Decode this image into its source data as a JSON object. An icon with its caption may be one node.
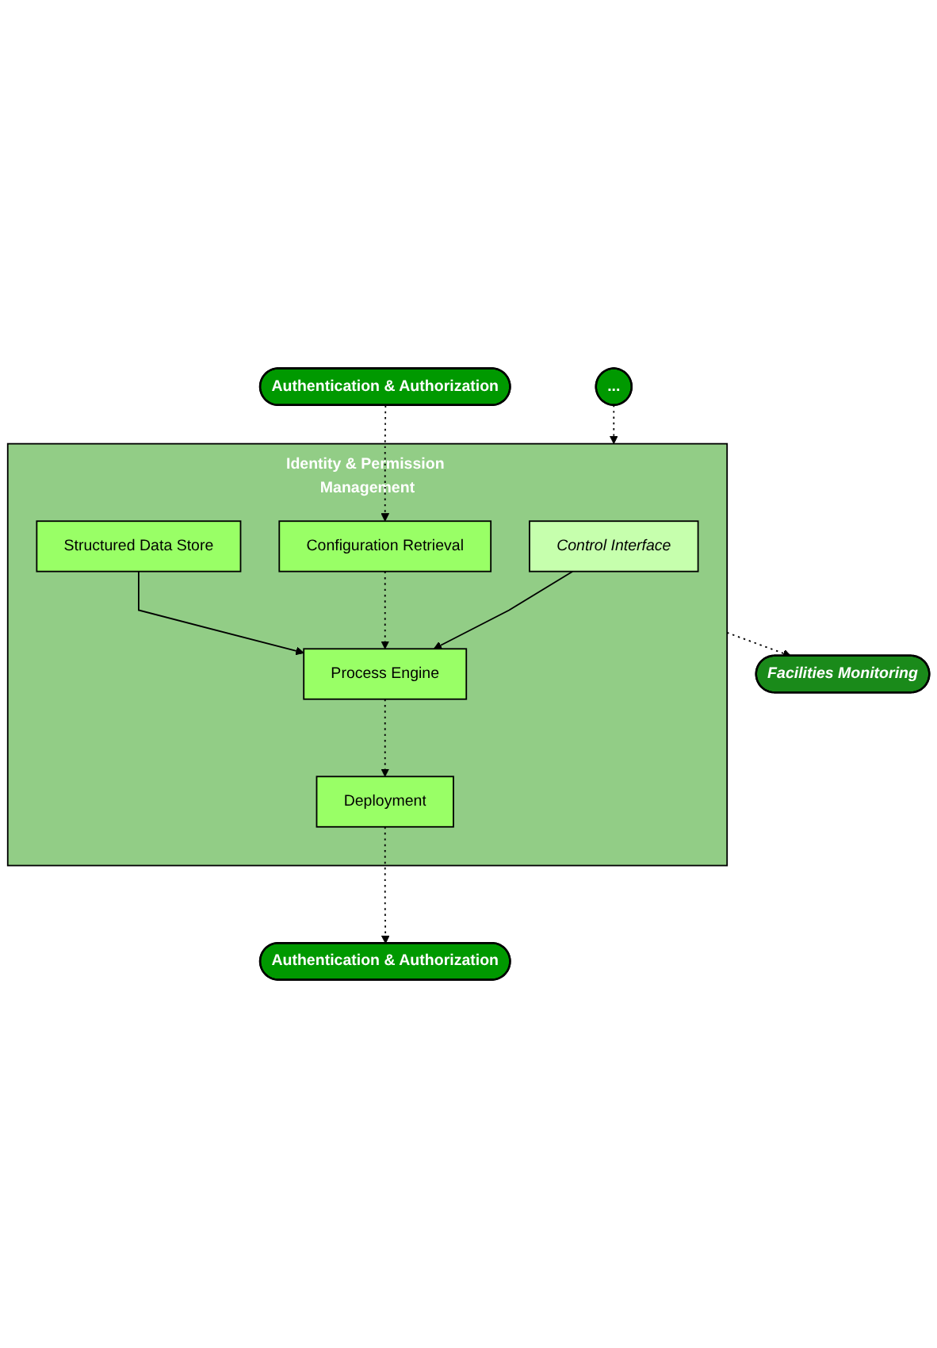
{
  "diagram": {
    "nodes": [
      {
        "text": [
          "Authentication & Authorization"
        ]
      },
      {
        "text": [
          "..."
        ]
      },
      {
        "text": [
          "Identity & Permission Management"
        ]
      },
      {
        "text": [
          "Control Interface"
        ],
        "in": 2
      },
      {
        "text": [
          "Configuration Retrieval"
        ],
        "in": 2
      },
      {
        "text": [
          "Process Engine"
        ],
        "in": 2
      },
      {
        "text": [
          "Deployment"
        ],
        "in": 2
      },
      {
        "text": [
          "Structured Data Store"
        ],
        "in": 2
      },
      {
        "text": [
          "Authentication & Authorization"
        ]
      },
      {
        "text": [
          "Facilities Monitoring"
        ]
      }
    ],
    "edges": [
      {
        "from": 0,
        "to": 4,
        "arrow": "to",
        "style": "dashed"
      },
      {
        "from": 1,
        "to": 2,
        "arrow": "to",
        "style": "dashed"
      },
      {
        "from": 3,
        "to": 5,
        "arrow": "to"
      },
      {
        "from": 4,
        "to": 5,
        "arrow": "to",
        "style": "dashed"
      },
      {
        "from": 5,
        "to": 6,
        "arrow": "to",
        "style": "dashed"
      },
      {
        "from": 7,
        "to": 5,
        "arrow": "to"
      },
      {
        "from": 6,
        "to": 8,
        "arrow": "to",
        "style": "dashed"
      },
      {
        "from": 2,
        "to": 9,
        "arrow": "to",
        "style": "dashed"
      }
    ]
  }
}
